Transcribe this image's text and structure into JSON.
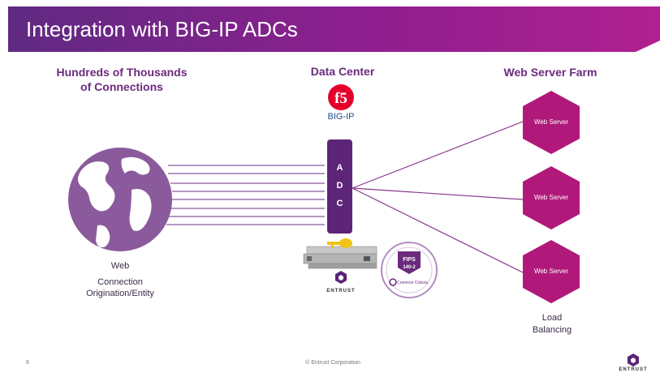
{
  "slide": {
    "title": "Integration with BIG-IP ADCs"
  },
  "labels": {
    "left_heading": [
      "Hundreds of Thousands",
      "of Connections"
    ],
    "center_heading": "Data Center",
    "right_heading": "Web Server Farm",
    "f5_brand": "f5",
    "bigip": "BIG-IP",
    "adc_letters": [
      "A",
      "D",
      "C"
    ],
    "web_origin": [
      "Web",
      "Connection",
      "Origination/Entity"
    ],
    "web_servers": [
      "Web Server",
      "Web Server",
      "Web Server"
    ],
    "load_balancing": [
      "Load",
      "Balancing"
    ],
    "fips_badge": [
      "FIPS",
      "140-2"
    ],
    "common_criteria": "Common Criteria",
    "entrust_device_logo": "ENTRUST"
  },
  "footer": {
    "page_number": "6",
    "copyright": "© Entrust Corporation",
    "logo_text": "ENTRUST"
  },
  "colors": {
    "header_start": "#5f2a82",
    "header_end": "#b02090",
    "heading_purple": "#6b2a7e",
    "hexagon": "#b0197a",
    "adc_bar": "#5c2577",
    "globe": "#8b5a9c",
    "f5_red": "#e4002b"
  }
}
